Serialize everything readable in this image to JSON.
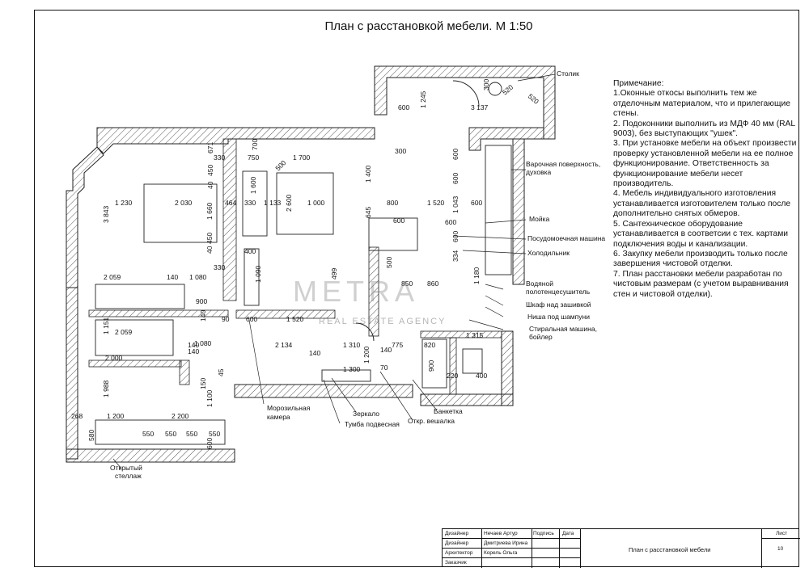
{
  "title": "План с расстановкой мебели. М 1:50",
  "notes": {
    "heading": "Примечание:",
    "items": [
      "1.Оконные откосы выполнить тем же отделочным материалом, что и прилегающие стены.",
      "2. Подоконники выполнить из МДФ 40 мм (RAL 9003), без выступающих \"ушек\".",
      "3. При установке мебели на объект произвести проверку установленной мебели на ее полное функционирование. Ответственность за функционирование мебели несет производитель.",
      "4. Мебель индивидуального изготовления устанавливается изготовителем только после дополнительно снятых обмеров.",
      "5. Сантехническое оборудование устанавливается в соответсии с тех. картами подключения воды и канализации.",
      "6. Закупку мебели производить только после завершения чистовой отделки.",
      "7. План расстановки мебели разработан по чистовым размерам (с учетом выравнивания стен и чистовой отделки)."
    ]
  },
  "labels": {
    "stolik": "Столик",
    "varochnaya": "Варочная поверхность,",
    "varochnaya2": "духовка",
    "moyka": "Мойка",
    "posudomoechnaya": "Посудомоечная машина",
    "holodilnik": "Холодильник",
    "vodyanoy": "Водяной",
    "polotencesushitel": "полотенцесушитель",
    "shkaf": "Шкаф над зашивкой",
    "nisha": "Ниша под шампуни",
    "stiralnaya": "Стиральная машина,",
    "boyler": "бойлер",
    "morozilnaya": "Морозильная",
    "kamera": "камера",
    "zerkalo": "Зеркало",
    "tumba": "Тумба подвесная",
    "otkr_veshalka": "Откр. вешалка",
    "banketka": "Банкетка",
    "otkrytyy": "Открытый",
    "stellazh": "стеллаж"
  },
  "dims": {
    "d600a": "600",
    "d1245": "1 245",
    "d3137": "3 137",
    "d300a": "300",
    "d520a": "520",
    "d520b": "520",
    "d671": "671",
    "d330a": "330",
    "d750": "750",
    "d1700": "1 700",
    "d700": "700",
    "d300b": "300",
    "d600b": "600",
    "d450a": "450",
    "d40a": "40",
    "d500a": "500",
    "d1400": "1 400",
    "d600c": "600",
    "d1230": "1 230",
    "d2030": "2 030",
    "d464": "464",
    "d330b": "330",
    "d1133": "1 133",
    "d1000": "1 000",
    "d800": "800",
    "d1520a": "1 520",
    "d600d": "600",
    "d3843": "3 843",
    "d1660": "1 660",
    "d1600": "1 600",
    "d2600": "2 600",
    "d645": "645",
    "d1043": "1 043",
    "d600e": "600",
    "d600f": "600",
    "d600g": "600",
    "d450b": "450",
    "d40b": "40",
    "d330c": "330",
    "d400": "400",
    "d334": "334",
    "d2059a": "2 059",
    "d140a": "140",
    "d1080a": "1 080",
    "d499": "499",
    "d500b": "500",
    "d850": "850",
    "d860": "860",
    "d1180": "1 180",
    "d1090": "1 090",
    "d900": "900",
    "d90": "90",
    "d600h": "600",
    "d1520b": "1 520",
    "d140b": "140",
    "d1151": "1 151",
    "d2059b": "2 059",
    "d140c": "140",
    "d1080b": "1 080",
    "d2134": "2 134",
    "d1310": "1 310",
    "d775": "775",
    "d820": "820",
    "d1315": "1 315",
    "d2000": "2 000",
    "d140d": "140",
    "d140e": "140",
    "d1200a": "1 200",
    "d140f": "140",
    "d1300": "1 300",
    "d70": "70",
    "d900b": "900",
    "d220a": "220",
    "d400b": "400",
    "d1988": "1 988",
    "d150": "150",
    "d45": "45",
    "d1100": "1 100",
    "d268": "268",
    "d1200b": "1 200",
    "d2200": "2 200",
    "d580": "580",
    "d550a": "550",
    "d550b": "550",
    "d550c": "550",
    "d550d": "550",
    "d600i": "600"
  },
  "watermark": {
    "name": "METRA",
    "sub": "REAL ESTATE AGENCY"
  },
  "title_block": {
    "rows": [
      {
        "role": "Дизайнер",
        "name": "Нечаев Артур"
      },
      {
        "role": "Дизайнер",
        "name": "Дмитриева Ирина"
      },
      {
        "role": "Архитектор",
        "name": "Корель Ольга"
      },
      {
        "role": "Заказчик",
        "name": ""
      }
    ],
    "col_sign": "Подпись",
    "col_date": "Дата",
    "sheet_title": "План с расстановкой мебели",
    "sheet_label": "Лист",
    "sheet_no": "10"
  }
}
